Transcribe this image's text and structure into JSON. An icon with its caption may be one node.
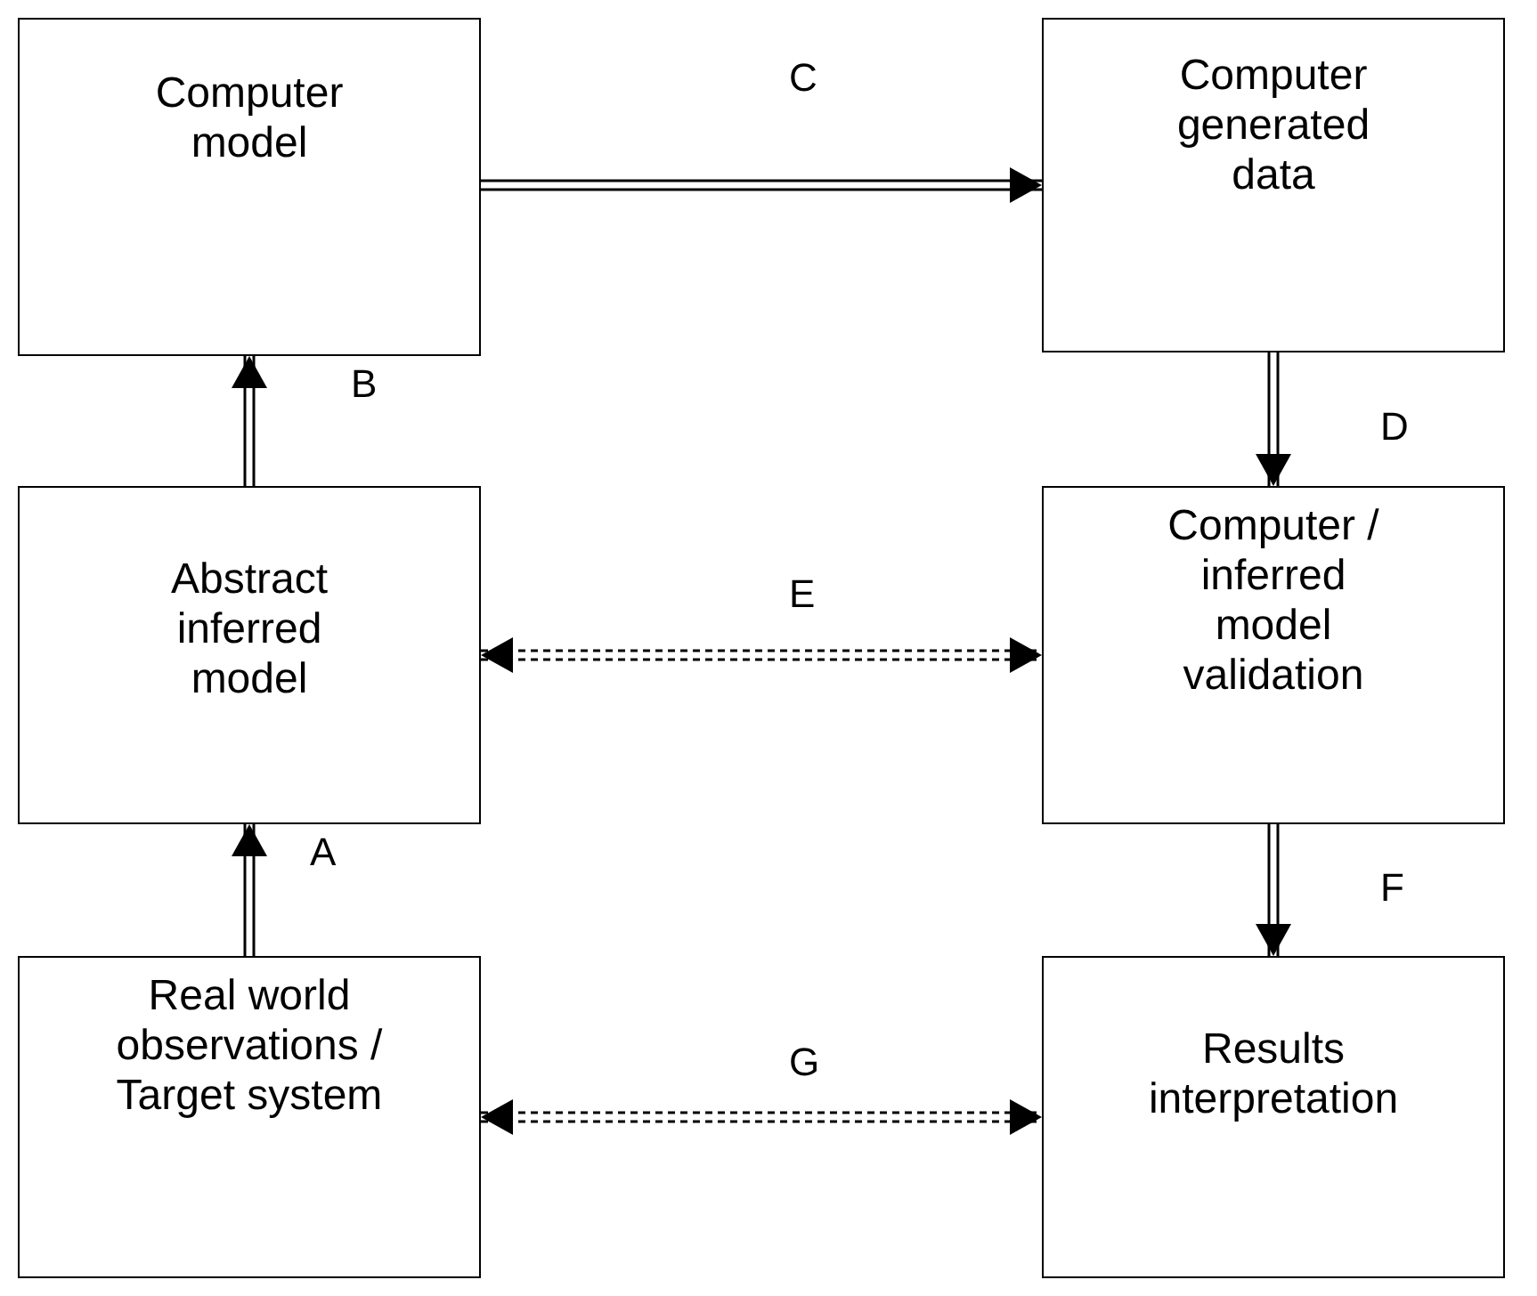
{
  "diagram": {
    "nodes": [
      {
        "text": [
          "Computer model"
        ]
      },
      {
        "text": [
          "Computer generated data"
        ]
      },
      {
        "text": [
          "Abstract inferred model"
        ]
      },
      {
        "text": [
          "Computer / inferred model validation"
        ]
      },
      {
        "text": [
          "Real world observations / Target system"
        ]
      },
      {
        "text": [
          "Results interpretation"
        ]
      }
    ],
    "edges": [
      {
        "from": 0,
        "to": 1,
        "arrow": "to",
        "label": "C"
      },
      {
        "from": 2,
        "to": 0,
        "arrow": "to",
        "label": "B"
      },
      {
        "from": 1,
        "to": 3,
        "arrow": "to",
        "label": "D"
      },
      {
        "from": 2,
        "to": 3,
        "arrow": "both",
        "label": "E",
        "style": "dashed"
      },
      {
        "from": 4,
        "to": 2,
        "arrow": "to",
        "label": "A"
      },
      {
        "from": 3,
        "to": 5,
        "arrow": "to",
        "label": "F"
      },
      {
        "from": 4,
        "to": 5,
        "arrow": "both",
        "label": "G",
        "style": "dashed"
      }
    ]
  }
}
